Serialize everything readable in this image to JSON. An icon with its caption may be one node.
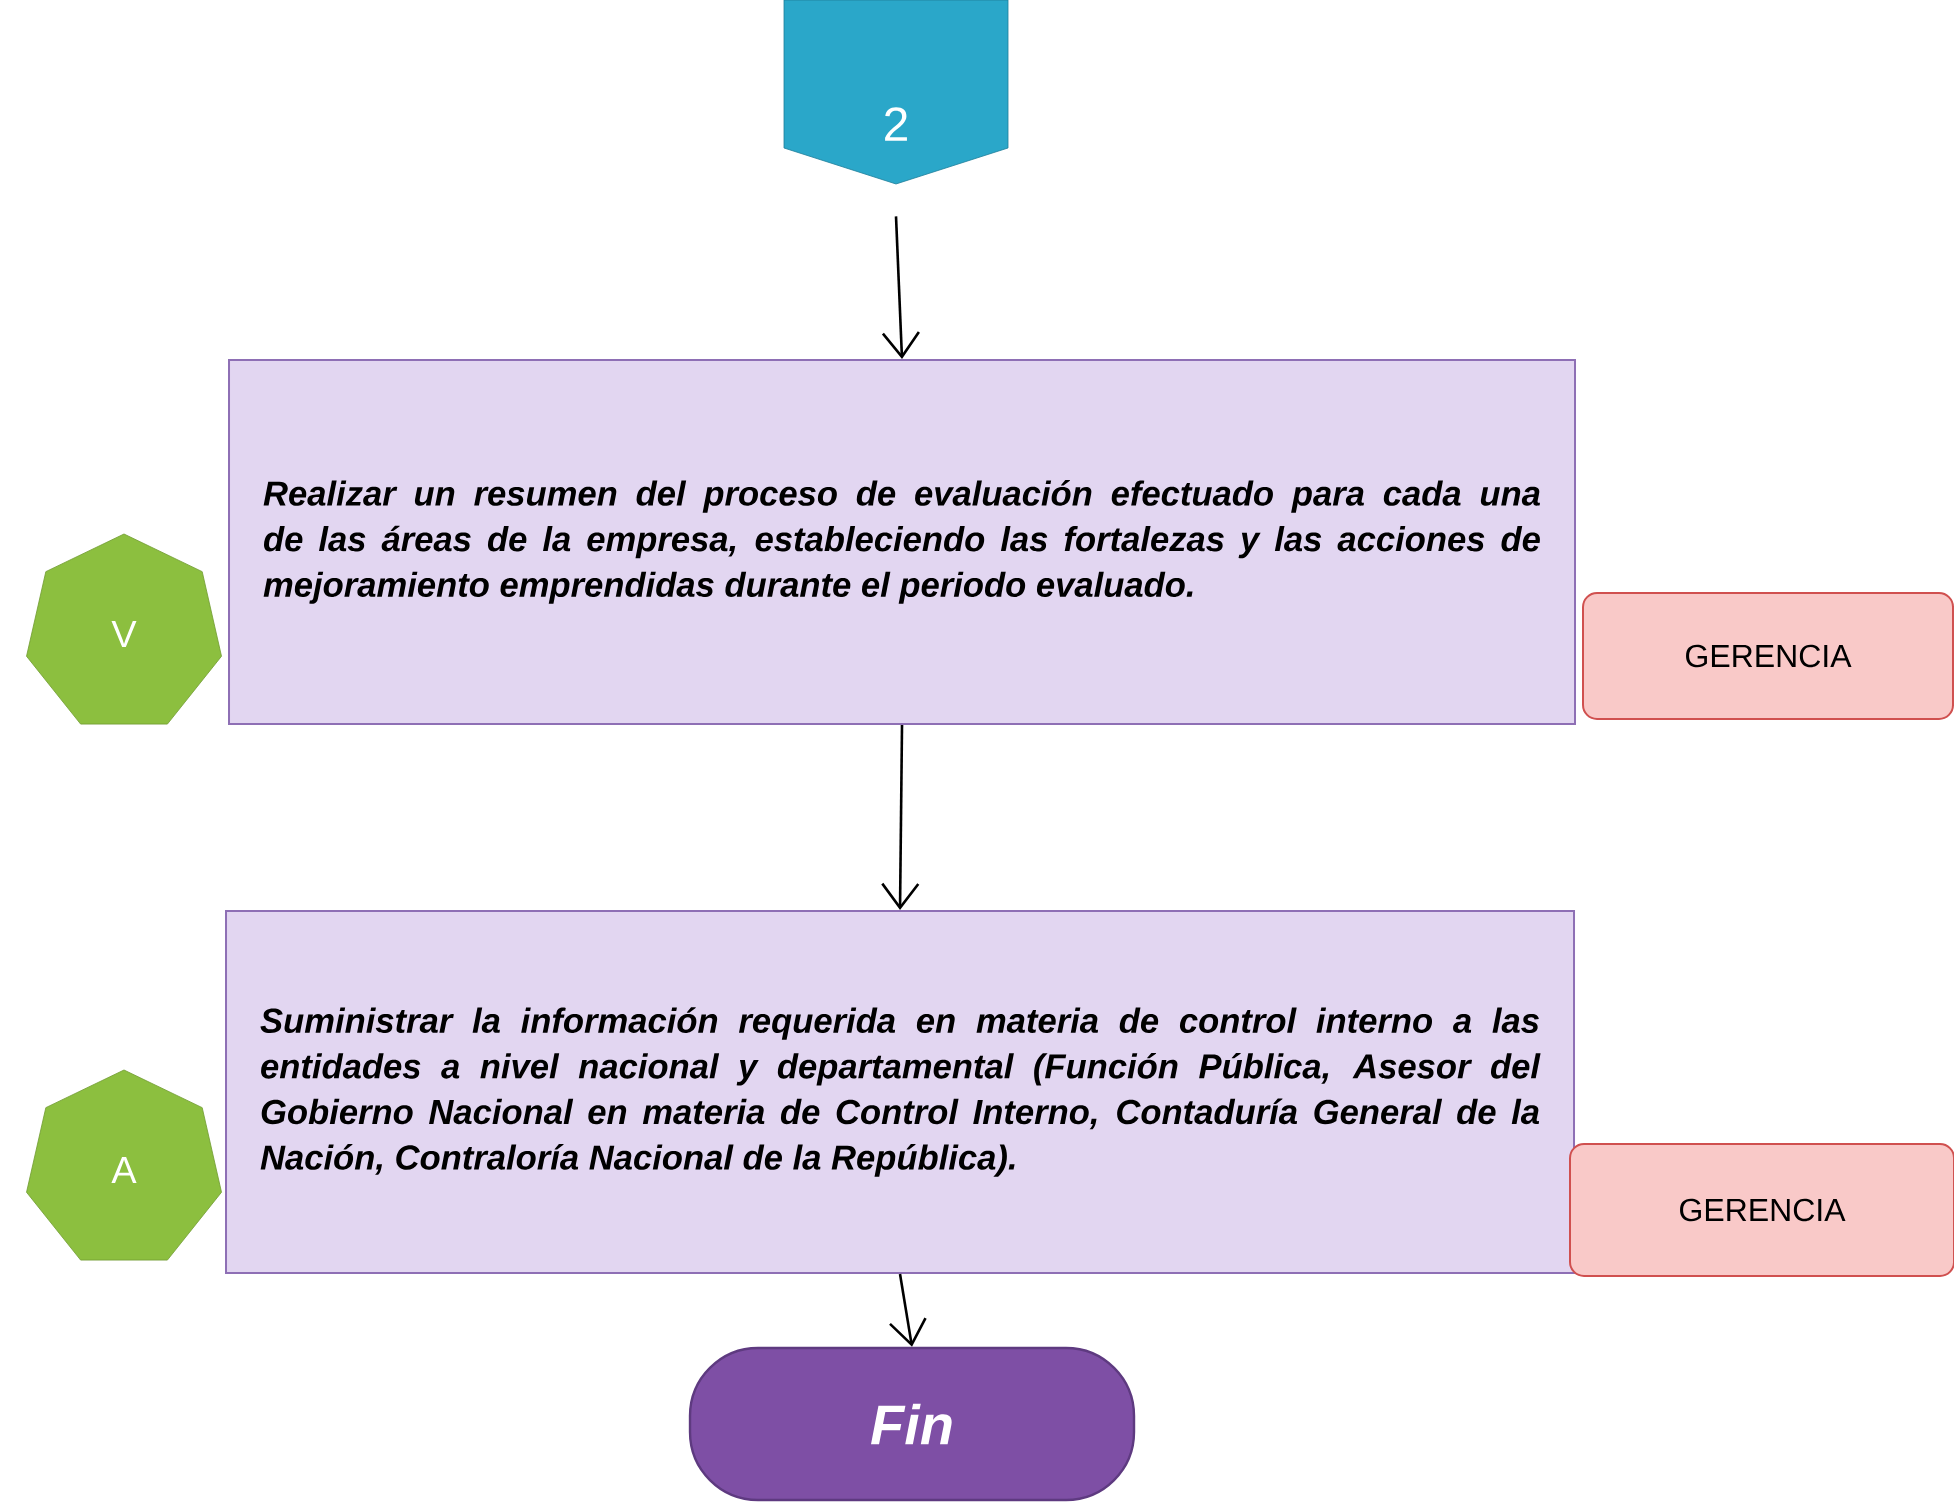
{
  "diagram": {
    "nodes": [
      {
        "text": [
          "2"
        ]
      },
      {
        "text": [
          "Realizar un resumen del proceso de evaluación efectuado para cada una de las áreas de la empresa, estableciendo las fortalezas y las acciones de mejoramiento emprendidas durante el periodo evaluado."
        ]
      },
      {
        "text": [
          "V"
        ]
      },
      {
        "text": [
          "GERENCIA"
        ]
      },
      {
        "text": [
          "Suministrar la información requerida en materia de control interno a las entidades a nivel nacional y departamental (Función Pública, Asesor del Gobierno Nacional en materia de Control Interno, Contaduría General de la Nación, Contraloría Nacional de la República)."
        ]
      },
      {
        "text": [
          "A"
        ]
      },
      {
        "text": [
          "GERENCIA"
        ]
      },
      {
        "text": [
          "Fin"
        ]
      }
    ],
    "edges": [
      {
        "from": 0,
        "to": 1,
        "arrow": "to"
      },
      {
        "from": 1,
        "to": 4,
        "arrow": "to"
      },
      {
        "from": 4,
        "to": 7,
        "arrow": "to"
      }
    ]
  }
}
